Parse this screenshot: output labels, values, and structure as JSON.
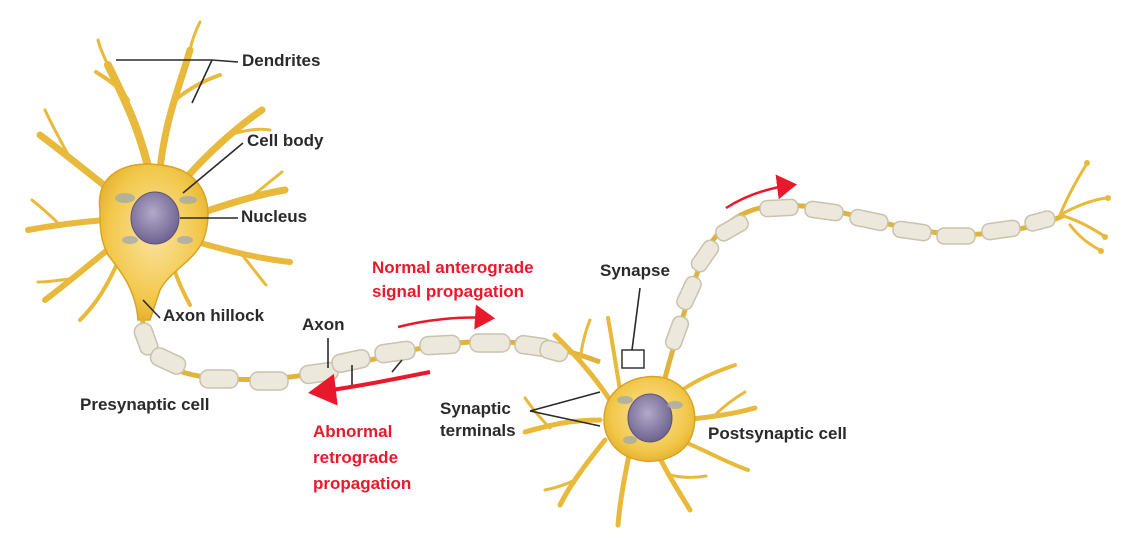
{
  "labels": {
    "dendrites": "Dendrites",
    "cell_body": "Cell body",
    "nucleus": "Nucleus",
    "axon_hillock": "Axon hillock",
    "axon": "Axon",
    "presynaptic_cell": "Presynaptic cell",
    "synapse": "Synapse",
    "synaptic_terminals_1": "Synaptic",
    "synaptic_terminals_2": "terminals",
    "postsynaptic_cell": "Postsynaptic cell"
  },
  "annotations": {
    "anterograde_1": "Normal anterograde",
    "anterograde_2": "signal propagation",
    "retrograde_1": "Abnormal",
    "retrograde_2": "retrograde",
    "retrograde_3": "propagation"
  },
  "colors": {
    "cell_fill": "#f2c84b",
    "cell_outline": "#d9a520",
    "myelin": "#ece8dc",
    "nucleus": "#8a7fa3",
    "annotation_red": "#e8192c",
    "label_text": "#2a2a2a"
  }
}
